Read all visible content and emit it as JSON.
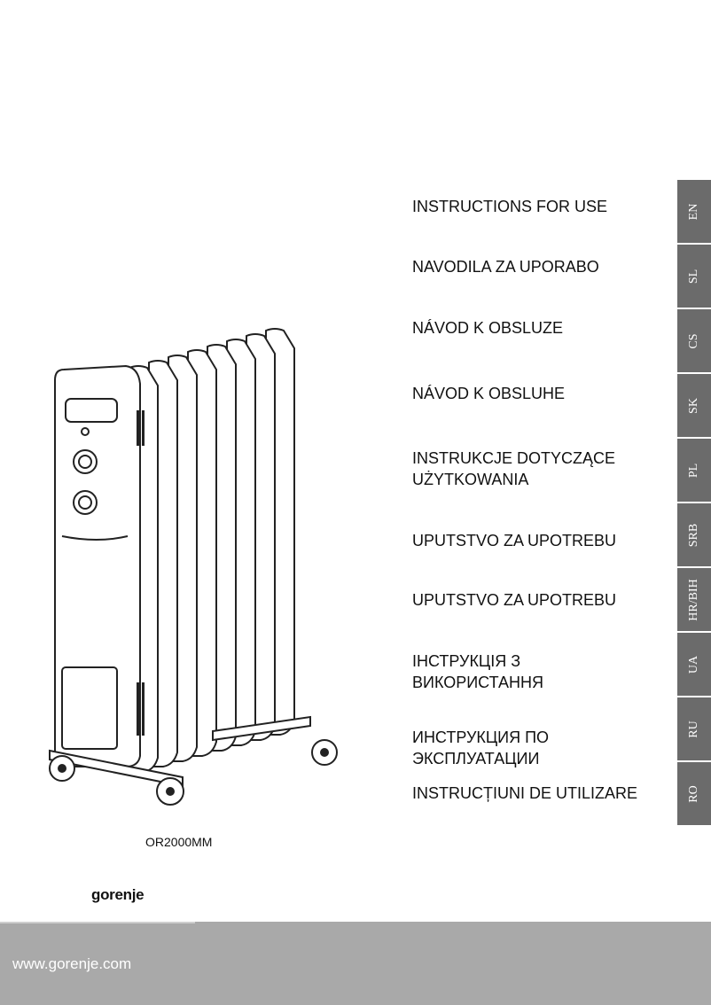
{
  "product": {
    "model": "OR2000MM",
    "brand": "gorenje"
  },
  "titles": [
    "INSTRUCTIONS FOR USE",
    "NAVODILA ZA UPORABO",
    "NÁVOD K OBSLUZE",
    "NÁVOD K OBSLUHE",
    "INSTRUKCJE DOTYCZĄCE\nUŻYTKOWANIA",
    "UPUTSTVO ZA UPOTREBU",
    "UPUTSTVO ZA UPOTREBU",
    "ІНСТРУКЦІЯ З\nВИКОРИСТАННЯ",
    "ИНСТРУКЦИЯ ПО\nЭКСПЛУАТАЦИИ",
    "INSTRUCȚIUNI DE UTILIZARE"
  ],
  "languages": [
    "EN",
    "SL",
    "CS",
    "SK",
    "PL",
    "SRB",
    "HR/BIH",
    "UA",
    "RU",
    "RO"
  ],
  "footer": {
    "url": "www.gorenje.com"
  },
  "colors": {
    "tab_bg": "#6b6b6b",
    "footer_bg": "#a9a9a9"
  }
}
